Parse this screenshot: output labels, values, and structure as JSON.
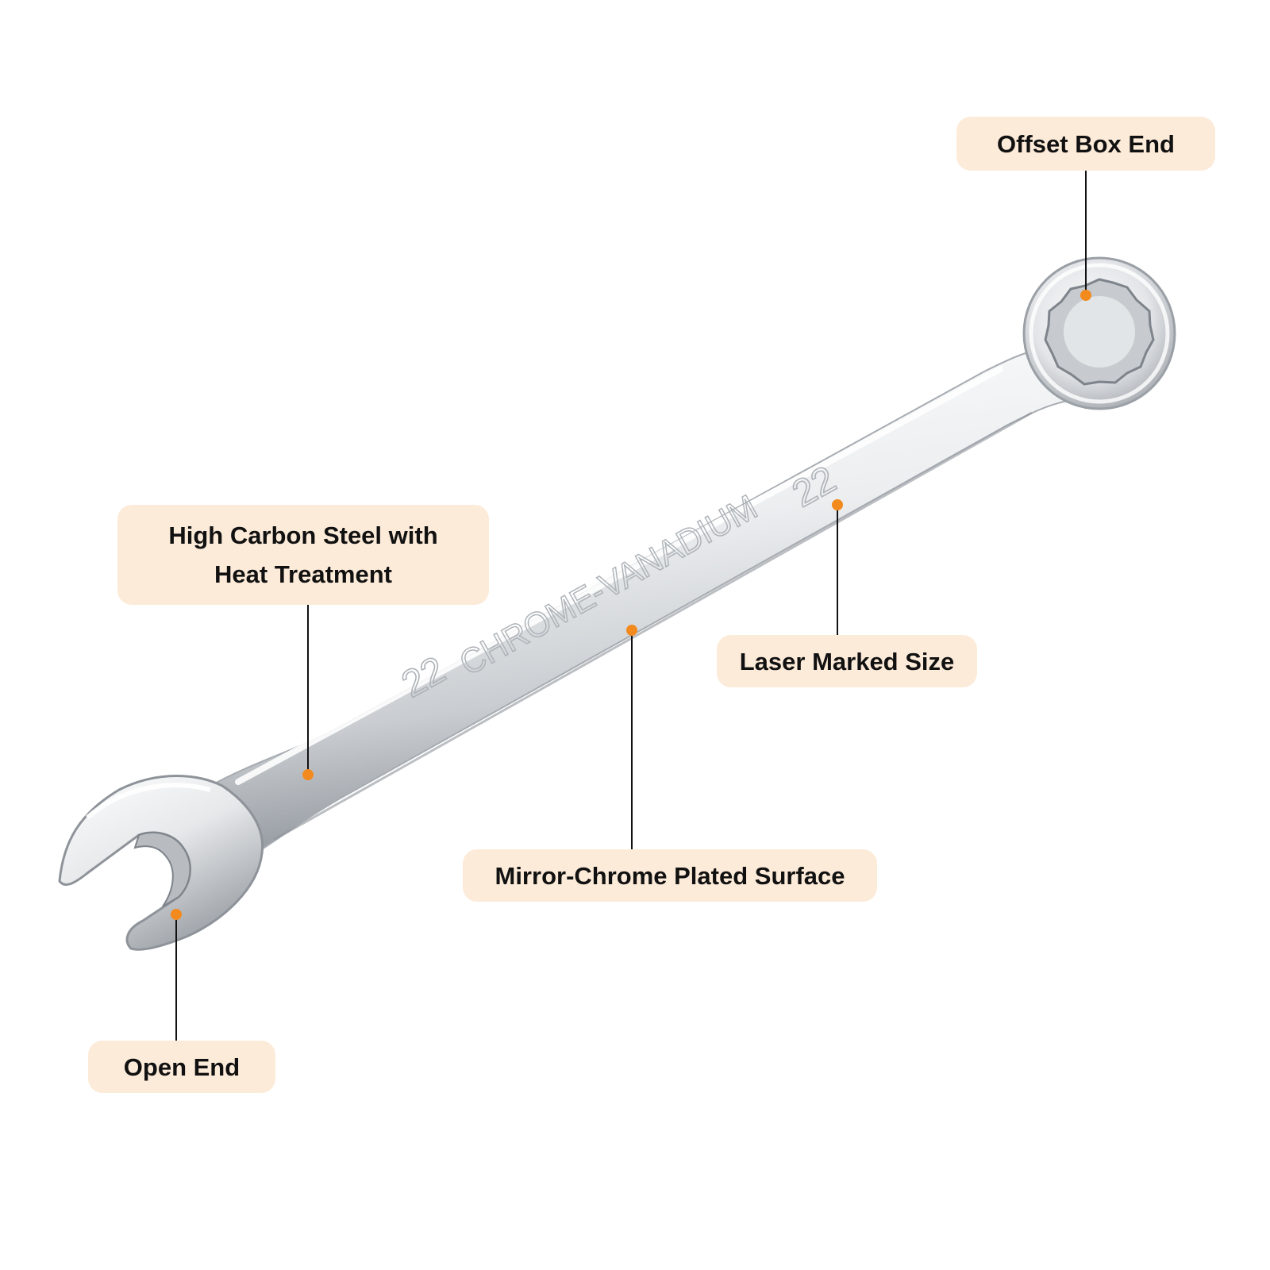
{
  "callouts": {
    "box_end": "Offset Box End",
    "steel_line1": "High Carbon Steel with",
    "steel_line2": "Heat Treatment",
    "laser": "Laser Marked Size",
    "chrome": "Mirror-Chrome Plated Surface",
    "open_end": "Open End"
  },
  "wrench": {
    "size_mark_left": "22",
    "material_mark": "CHROME-VANADIUM",
    "size_mark_right": "22"
  },
  "colors": {
    "callout_bg": "#fdebd9",
    "marker": "#f28a1e",
    "leader_line": "#111111",
    "chrome_highlight": "#ffffff",
    "chrome_shadow": "#9aa0a6"
  }
}
